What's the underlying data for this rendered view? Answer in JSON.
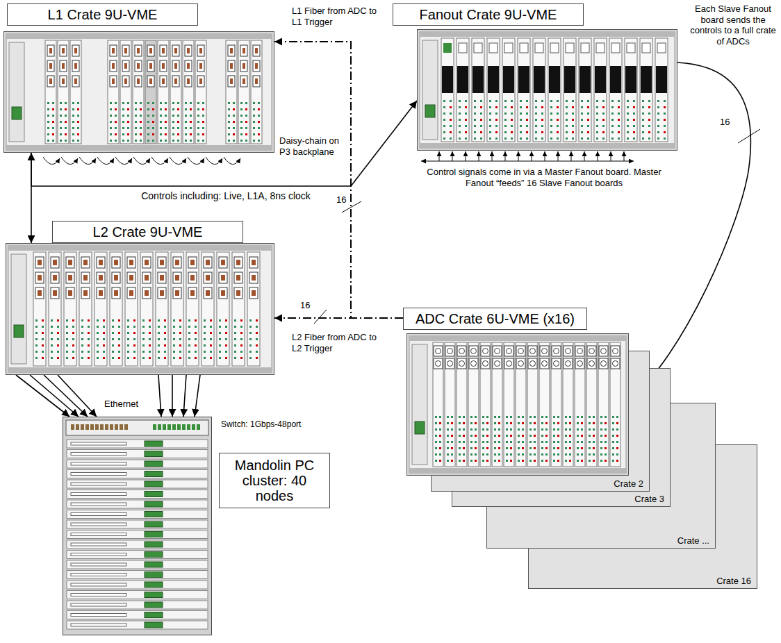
{
  "diagram": {
    "nodes": [
      {
        "text": [
          "L1 Crate 9U-VME"
        ]
      },
      {
        "text": [
          "Fanout Crate 9U-VME"
        ]
      },
      {
        "text": [
          "L2 Crate 9U-VME"
        ]
      },
      {
        "text": [
          "ADC Crate 6U-VME (x16)"
        ]
      },
      {
        "text": [
          "Crate 2"
        ]
      },
      {
        "text": [
          "Crate 3"
        ]
      },
      {
        "text": [
          "Crate ..."
        ]
      },
      {
        "text": [
          "Crate 16"
        ]
      },
      {
        "text": [
          "Mandolin PC cluster: 40 nodes"
        ]
      }
    ],
    "edges": [
      {
        "from": 0,
        "to": 1,
        "arrow": "to",
        "label": "Controls including: Live, L1A, 8ns clock"
      },
      {
        "from": 0,
        "to": 2,
        "arrow": "both"
      },
      {
        "from": 1,
        "to": 3,
        "arrow": "to",
        "label": "16"
      },
      {
        "from": 3,
        "to": 0,
        "arrow": "to",
        "label": "L1 Fiber from ADC to L1 Trigger"
      },
      {
        "from": 3,
        "to": 2,
        "arrow": "to",
        "label": "L2 Fiber from ADC to L2 Trigger"
      },
      {
        "from": 2,
        "to": 8,
        "arrow": "to",
        "label": "Ethernet"
      }
    ],
    "labels": [
      "Daisy-chain on P3 backplane",
      "Control signals come in via a Master Fanout board. Master Fanout “feeds” 16 Slave Fanout boards",
      "Each Slave Fanout board sends the controls to a full crate of ADCs",
      "16",
      "16",
      "Switch: 1Gbps-48port"
    ]
  }
}
